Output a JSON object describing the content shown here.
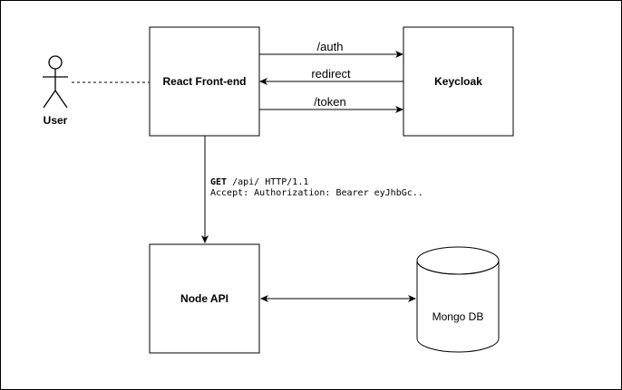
{
  "actor": {
    "label": "User",
    "icon": "stick-figure-icon"
  },
  "nodes": {
    "frontend": {
      "label": "React Front-end"
    },
    "keycloak": {
      "label": "Keycloak"
    },
    "api": {
      "label": "Node API"
    },
    "db": {
      "label": "Mongo DB",
      "icon": "database-cylinder-icon"
    }
  },
  "edges": {
    "auth": {
      "label": "/auth"
    },
    "redirect": {
      "label": "redirect"
    },
    "token": {
      "label": "/token"
    },
    "request": {
      "method": "GET",
      "line1_rest": " /api/ HTTP/1.1",
      "line2": "Accept: Authorization: Bearer eyJhbGc.."
    }
  },
  "colors": {
    "stroke": "#000000",
    "background": "#ffffff"
  }
}
